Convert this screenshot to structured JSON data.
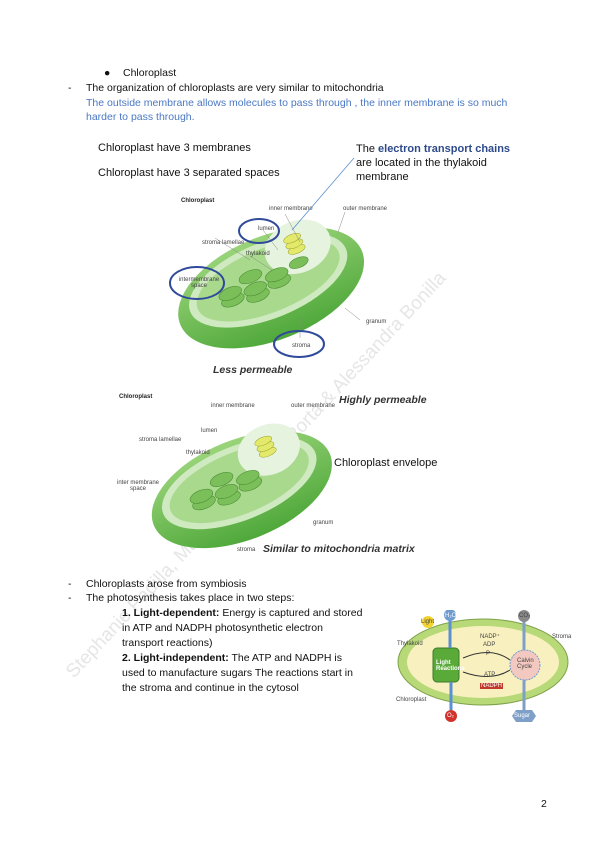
{
  "bullet_title": "Chloroplast",
  "line1": "The organization of chloroplasts are very similar to mitochondria",
  "blue_line1": "The outside membrane allows molecules to pass through , the inner membrane is so much",
  "blue_line2": "harder to pass through.",
  "fig1": {
    "title": "Chloroplast",
    "note_membranes": "Chloroplast have 3 membranes",
    "note_spaces": "Chloroplast have 3 separated spaces",
    "etc_pre": "The ",
    "etc_bold": "electron transport chains",
    "etc_line2": "are located in the thylakoid",
    "etc_line3": "membrane",
    "labels": {
      "inner_membrane": "inner membrane",
      "outer_membrane": "outer membrane",
      "lumen": "lumen",
      "stroma_lamellae": "stroma lamellae",
      "thylakoid": "thylakoid",
      "intermembrane_space": "intermembrane space",
      "granum": "granum",
      "stroma": "stroma"
    }
  },
  "fig2": {
    "title": "Chloroplast",
    "less_permeable": "Less permeable",
    "highly_permeable": "Highly permeable",
    "envelope": "Chloroplast envelope",
    "similar_matrix": "Similar to mitochondria matrix",
    "labels": {
      "inner_membrane": "inner membrane",
      "outer_membrane": "outer membrane",
      "lumen": "lumen",
      "stroma_lamellae": "stroma lamellae",
      "thylakoid": "thylakoid",
      "intermembrane_space": "inter membrane space",
      "granum": "granum",
      "stroma": "stroma"
    }
  },
  "dash1": "Chloroplasts arose from symbiosis",
  "dash2": "The photosynthesis takes place in two steps:",
  "step1": {
    "bold": "1. Light-dependent:",
    "line1_rest": " Energy is captured and stored",
    "line2": "in  ATP  and  NADPH    photosynthetic  electron",
    "line3": "transport reactions)"
  },
  "step2": {
    "bold": "2. Light-independent:",
    "line1_rest": " The  ATP  and  NADPH  is",
    "line2": "used to manufacture sugars The reactions start in",
    "line3": "the stroma and continue in the cytosol"
  },
  "diagram": {
    "light": "Light",
    "h2o": "H₂O",
    "co2": "CO₂",
    "o2": "O₂",
    "sugar": "Sugar",
    "thylakoid": "Thylakoid",
    "stroma": "Stroma",
    "light_reactions": "Light Reactions",
    "calvin_cycle": "Calvin Cycle",
    "nadp": "NADP⁺",
    "adp": "ADP",
    "p": "P",
    "atp": "ATP",
    "nadph": "NADPH",
    "chloroplast": "Chloroplast"
  },
  "watermark": "Stephanie Padilla, Maria Lopez, Irene Porta & Alessandra Bonilla",
  "page_number": "2",
  "colors": {
    "blue_text": "#4a78c4",
    "circle": "#2f4a9a",
    "green": "#6cc24a"
  }
}
